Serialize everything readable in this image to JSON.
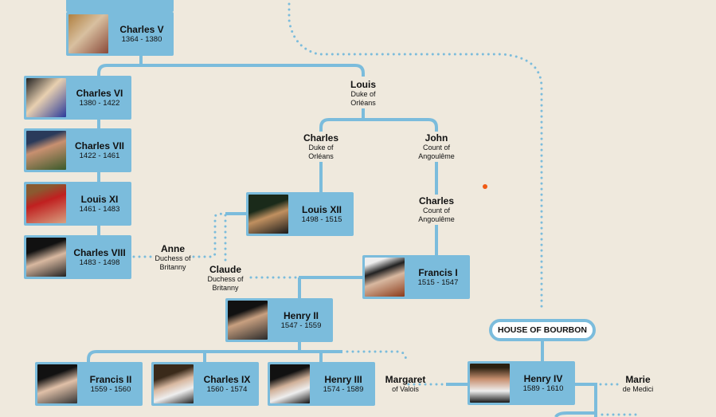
{
  "colors": {
    "box": "#7bbcdc",
    "background": "#efe9dd",
    "marker": "#f05a14"
  },
  "kings": [
    {
      "name": "Charles V",
      "years": "1364 - 1380"
    },
    {
      "name": "Charles VI",
      "years": "1380 - 1422"
    },
    {
      "name": "Charles VII",
      "years": "1422 - 1461"
    },
    {
      "name": "Louis XI",
      "years": "1461 - 1483"
    },
    {
      "name": "Charles VIII",
      "years": "1483 - 1498"
    },
    {
      "name": "Louis XII",
      "years": "1498 - 1515"
    },
    {
      "name": "Francis I",
      "years": "1515 - 1547"
    },
    {
      "name": "Henry II",
      "years": "1547 - 1559"
    },
    {
      "name": "Francis II",
      "years": "1559 - 1560"
    },
    {
      "name": "Charles IX",
      "years": "1560 - 1574"
    },
    {
      "name": "Henry III",
      "years": "1574 - 1589"
    },
    {
      "name": "Henry IV",
      "years": "1589 - 1610"
    }
  ],
  "people": [
    {
      "name": "Louis",
      "line1": "Duke of",
      "line2": "Orléans"
    },
    {
      "name": "Charles",
      "line1": "Duke of",
      "line2": "Orléans"
    },
    {
      "name": "John",
      "line1": "Count of",
      "line2": "Angoulême"
    },
    {
      "name": "Charles",
      "line1": "Count of",
      "line2": "Angoulême"
    },
    {
      "name": "Anne",
      "line1": "Duchess of",
      "line2": "Britanny"
    },
    {
      "name": "Claude",
      "line1": "Duchess of",
      "line2": "Britanny"
    },
    {
      "name": "Margaret",
      "line1": "of Valois"
    },
    {
      "name": "Marie",
      "line1": "de Medici"
    }
  ],
  "house": "HOUSE OF BOURBON"
}
